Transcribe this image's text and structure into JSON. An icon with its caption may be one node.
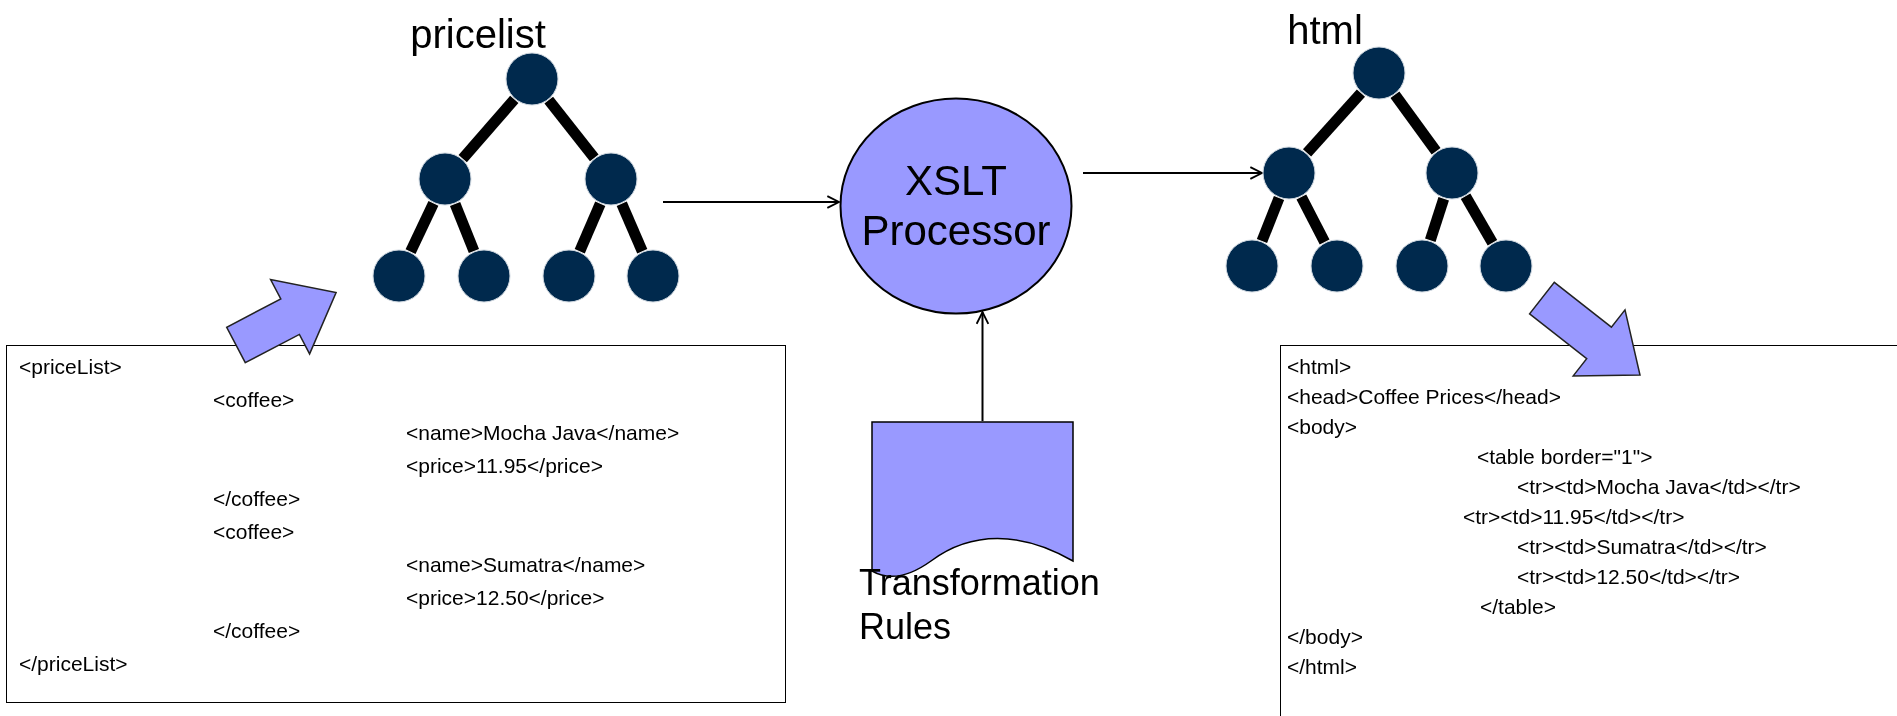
{
  "diagram": {
    "nodes": [
      {
        "text": [],
        "shape": "circle"
      },
      {
        "text": [],
        "shape": "circle"
      },
      {
        "text": [],
        "shape": "circle"
      },
      {
        "text": [],
        "shape": "circle"
      },
      {
        "text": [],
        "shape": "circle"
      },
      {
        "text": [],
        "shape": "circle"
      },
      {
        "text": [],
        "shape": "circle"
      },
      {
        "text": [
          "XSLT Processor"
        ]
      },
      {
        "text": [],
        "shape": "circle"
      },
      {
        "text": [],
        "shape": "circle"
      },
      {
        "text": [],
        "shape": "circle"
      },
      {
        "text": [],
        "shape": "circle"
      },
      {
        "text": [],
        "shape": "circle"
      },
      {
        "text": [],
        "shape": "circle"
      },
      {
        "text": [],
        "shape": "circle"
      },
      {
        "text": [
          "<priceList>",
          "<coffee>",
          "<name>Mocha Java</name>",
          "<price>11.95</price>",
          "</coffee>",
          "<coffee>",
          "<name>Sumatra</name>",
          "<price>12.50</price>",
          "</coffee>",
          "</priceList>"
        ]
      },
      {
        "text": [
          "<html>",
          "<head>Coffee Prices</head>",
          "<body>",
          "<table border=\"1\">",
          "<tr><td>Mocha Java</td></tr>",
          "<tr><td>11.95</td></tr>",
          "<tr><td>Sumatra</td></tr>",
          "<tr><td>12.50</td></tr>",
          "</table>",
          "</body>",
          "</html>"
        ]
      },
      {
        "text": [
          "Transformation Rules"
        ]
      }
    ],
    "edges": [
      {
        "from": 0,
        "to": 1,
        "arrow": "none"
      },
      {
        "from": 0,
        "to": 2,
        "arrow": "none"
      },
      {
        "from": 1,
        "to": 3,
        "arrow": "none"
      },
      {
        "from": 1,
        "to": 4,
        "arrow": "none"
      },
      {
        "from": 2,
        "to": 5,
        "arrow": "none"
      },
      {
        "from": 2,
        "to": 6,
        "arrow": "none"
      },
      {
        "from": 8,
        "to": 9,
        "arrow": "none"
      },
      {
        "from": 8,
        "to": 10,
        "arrow": "none"
      },
      {
        "from": 9,
        "to": 11,
        "arrow": "none"
      },
      {
        "from": 9,
        "to": 12,
        "arrow": "none"
      },
      {
        "from": 10,
        "to": 13,
        "arrow": "none"
      },
      {
        "from": 10,
        "to": 14,
        "arrow": "none"
      },
      {
        "from": 2,
        "to": 7,
        "arrow": "to"
      },
      {
        "from": 7,
        "to": 9,
        "arrow": "to"
      },
      {
        "from": 17,
        "to": 7,
        "arrow": "to"
      },
      {
        "from": 15,
        "to": 3,
        "arrow": "to",
        "style": "thick",
        "color": "#9999ff"
      },
      {
        "from": 14,
        "to": 16,
        "arrow": "to",
        "style": "thick",
        "color": "#9999ff"
      }
    ],
    "labels": [
      "pricelist",
      "html"
    ]
  }
}
